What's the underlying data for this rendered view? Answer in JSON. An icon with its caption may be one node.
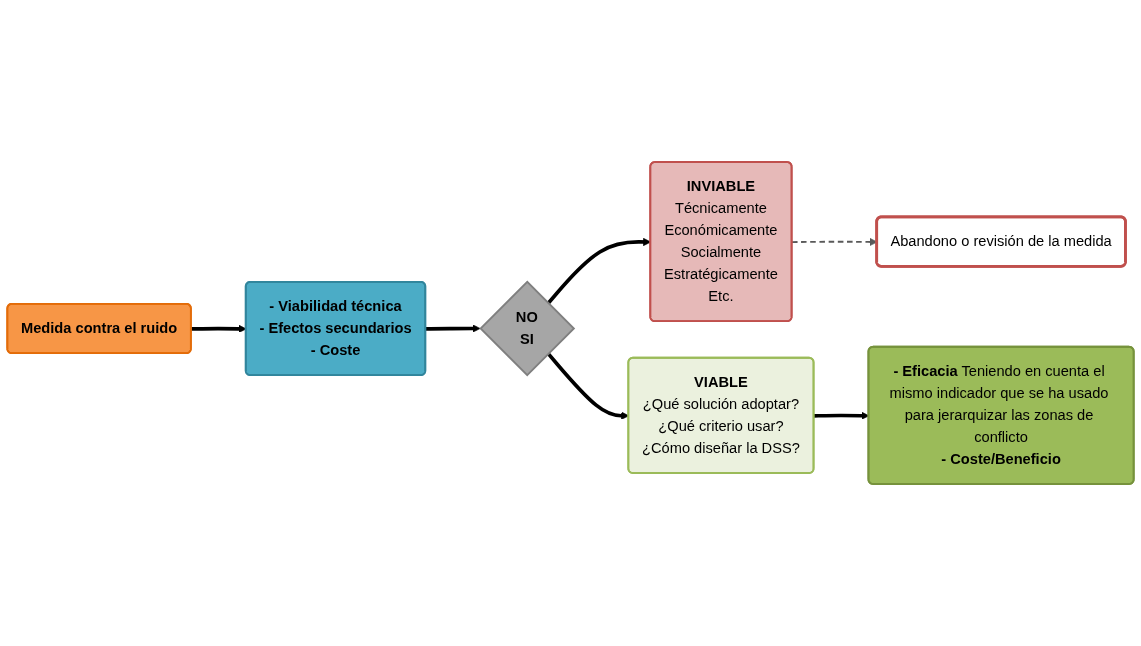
{
  "diagram": {
    "nodes": [
      {
        "text": [
          "Abandono o revisión de la medida"
        ]
      },
      {
        "text": [
          "Medida contra el ruido"
        ]
      },
      {
        "text": [
          "- Viabilidad técnica",
          "- Efectos secundarios",
          "- Coste"
        ]
      },
      {
        "text": [
          "NO",
          "SI"
        ]
      },
      {
        "text": [
          "INVIABLE",
          "Técnicamente",
          "Económicamente",
          "Socialmente",
          "Estratégicamente",
          "Etc."
        ]
      },
      {
        "text": [
          "VIABLE",
          "¿Qué solución adoptar?",
          "¿Qué criterio usar?",
          "¿Cómo diseñar la DSS?"
        ]
      },
      {
        "text": [
          "**- Eficacia** Teniendo en cuenta el mismo indicador que se ha usado para jerarquizar las zonas de conflicto",
          "- Coste/Beneficio"
        ]
      }
    ],
    "edges": [
      {
        "from": 4,
        "to": 0,
        "arrow": "to",
        "style": "dashed",
        "color": "#595959"
      },
      {
        "from": 1,
        "to": 2,
        "arrow": "to"
      },
      {
        "from": 2,
        "to": 3,
        "arrow": "to"
      },
      {
        "from": 3,
        "to": 4,
        "arrow": "to"
      },
      {
        "from": 3,
        "to": 5,
        "arrow": "to"
      },
      {
        "from": 5,
        "to": 6,
        "arrow": "to"
      }
    ]
  }
}
